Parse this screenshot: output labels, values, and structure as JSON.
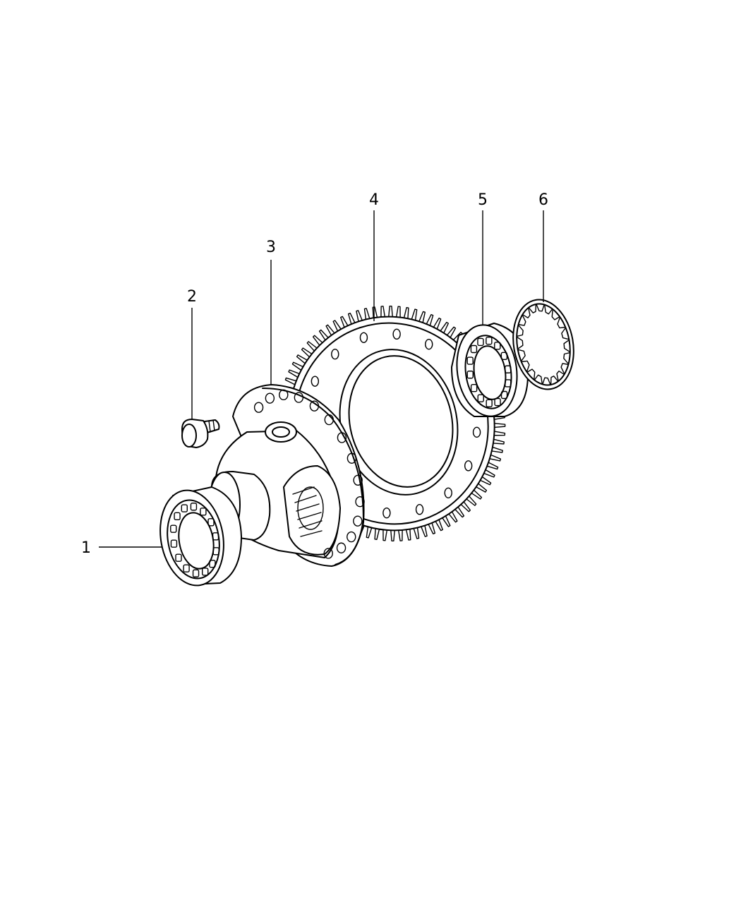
{
  "diagram": {
    "callouts": [
      {
        "id": "1",
        "label": "1",
        "part": "bearing"
      },
      {
        "id": "2",
        "label": "2",
        "part": "bolt"
      },
      {
        "id": "3",
        "label": "3",
        "part": "differential-case"
      },
      {
        "id": "4",
        "label": "4",
        "part": "ring-gear"
      },
      {
        "id": "5",
        "label": "5",
        "part": "bearing"
      },
      {
        "id": "6",
        "label": "6",
        "part": "shim"
      }
    ]
  }
}
